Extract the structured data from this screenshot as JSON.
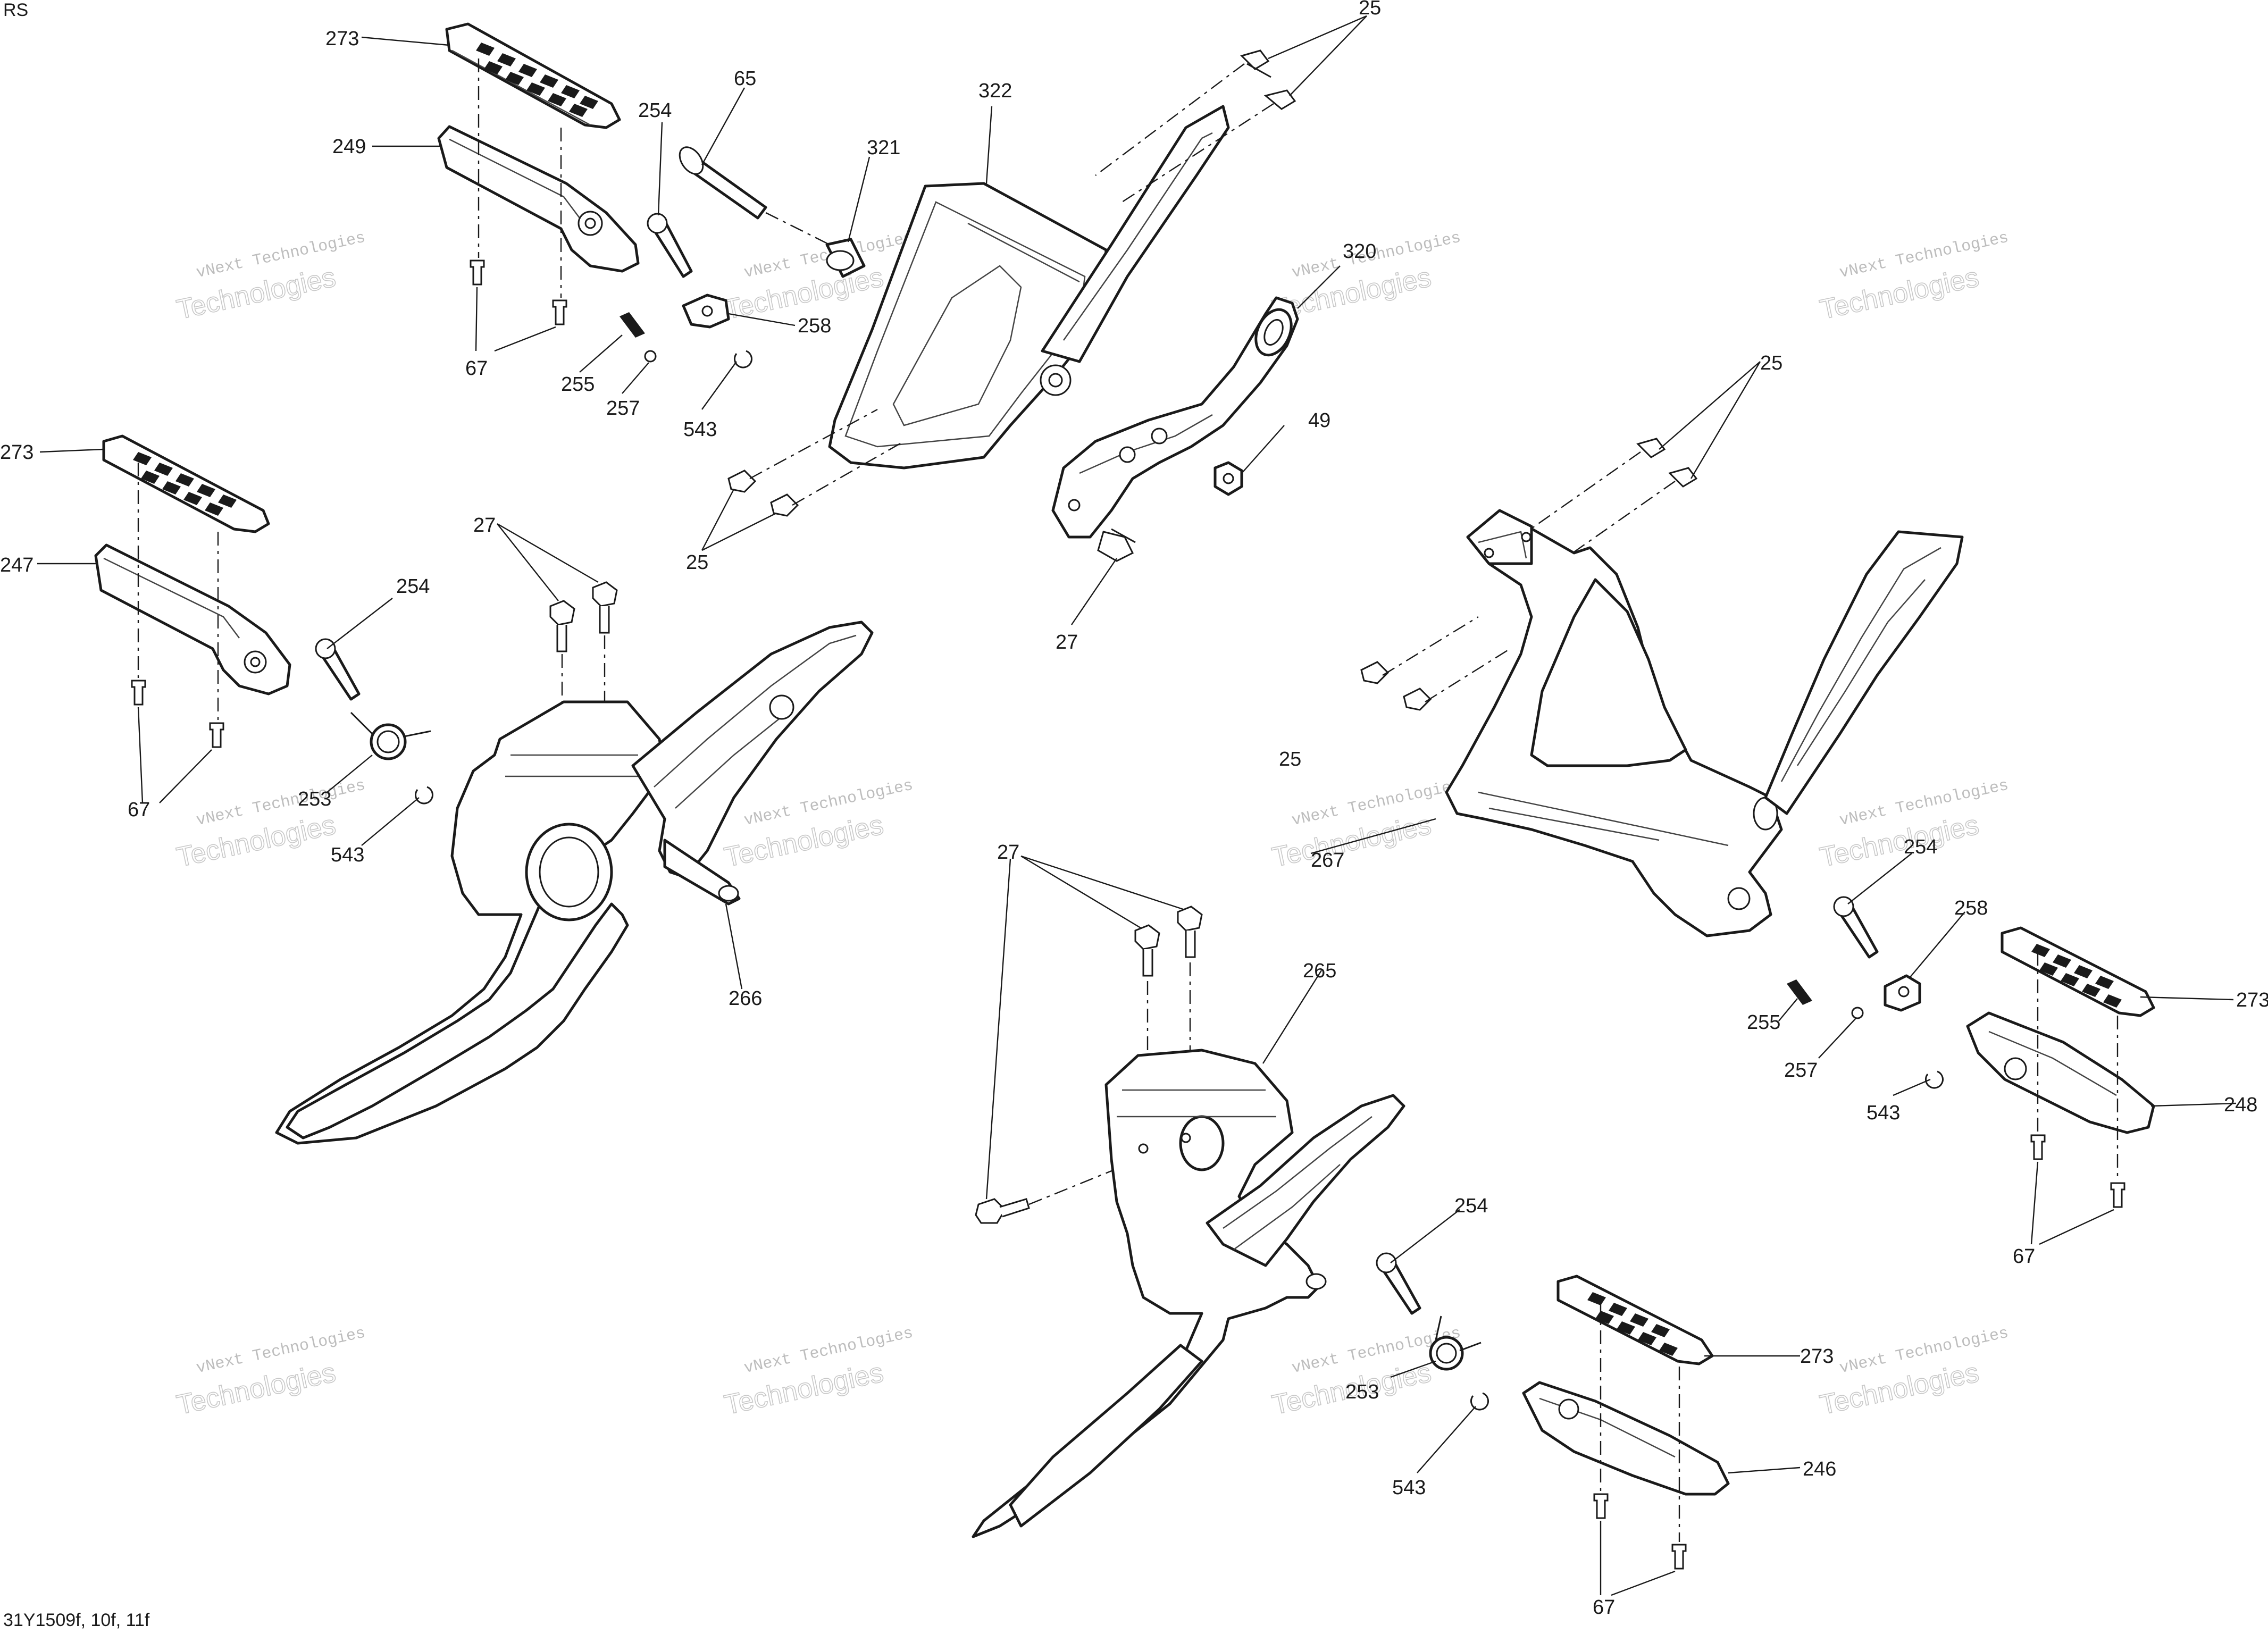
{
  "corner_label": "RS",
  "figure_code": "31Y1509f, 10f, 11f",
  "watermark": {
    "line1": "vNext Technologies",
    "line2": "Technologies"
  },
  "callouts": {
    "c273a": "273",
    "c249": "249",
    "c254a": "254",
    "c65": "65",
    "c321": "321",
    "c322": "322",
    "c25a": "25",
    "c320": "320",
    "c258a": "258",
    "c67a": "67",
    "c255a": "255",
    "c257a": "257",
    "c543a": "543",
    "c49": "49",
    "c25b": "25",
    "c27a": "27",
    "c25c": "25",
    "c273b": "273",
    "c247": "247",
    "c254b": "254",
    "c27b": "27",
    "c25d": "25",
    "c253a": "253",
    "c67b": "67",
    "c543b": "543",
    "c267": "267",
    "c266": "266",
    "c27c": "27",
    "c254c": "254",
    "c258b": "258",
    "c265": "265",
    "c273c": "273",
    "c255b": "255",
    "c257b": "257",
    "c543c": "543",
    "c248": "248",
    "c67c": "67",
    "c254d": "254",
    "c273d": "273",
    "c253b": "253",
    "c246": "246",
    "c543d": "543",
    "c67d": "67"
  }
}
